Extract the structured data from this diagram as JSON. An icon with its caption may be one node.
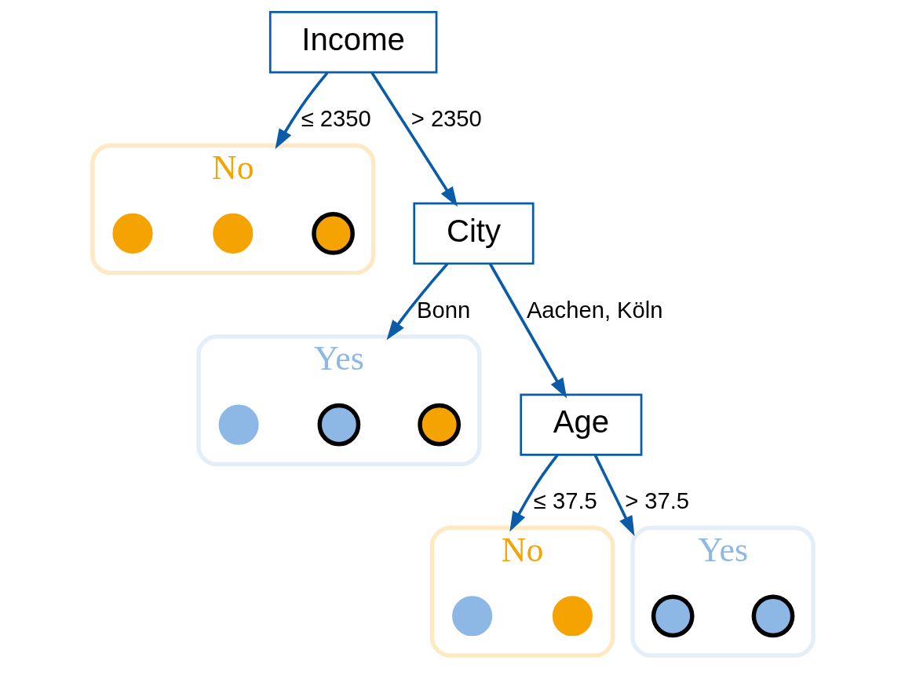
{
  "diagram": {
    "nodes": [
      {
        "text": [
          "Income"
        ]
      },
      {
        "text": [
          "No"
        ]
      },
      {
        "text": [],
        "shape": "circle",
        "in": 1
      },
      {
        "text": [],
        "shape": "circle",
        "in": 1
      },
      {
        "text": [],
        "shape": "circle",
        "in": 1
      },
      {
        "text": [
          "City"
        ]
      },
      {
        "text": [
          "Yes"
        ]
      },
      {
        "text": [],
        "shape": "circle",
        "in": 6
      },
      {
        "text": [],
        "shape": "circle",
        "in": 6
      },
      {
        "text": [],
        "shape": "circle",
        "in": 6
      },
      {
        "text": [
          "Age"
        ]
      },
      {
        "text": [
          "No"
        ]
      },
      {
        "text": [],
        "shape": "circle",
        "in": 11
      },
      {
        "text": [],
        "shape": "circle",
        "in": 11
      },
      {
        "text": [
          "Yes"
        ]
      },
      {
        "text": [],
        "shape": "circle",
        "in": 14
      },
      {
        "text": [],
        "shape": "circle",
        "in": 14
      }
    ],
    "edges": [
      {
        "from": 0,
        "to": 1,
        "arrow": "to",
        "label": "≤ 2350"
      },
      {
        "from": 0,
        "to": 5,
        "arrow": "to",
        "label": "> 2350"
      },
      {
        "from": 5,
        "to": 10,
        "arrow": "to",
        "label": "Aachen, Köln"
      },
      {
        "from": 5,
        "to": 6,
        "arrow": "to",
        "label": "Bonn"
      },
      {
        "from": 10,
        "to": 11,
        "arrow": "to",
        "label": "≤ 37.5"
      },
      {
        "from": 10,
        "to": 14,
        "arrow": "to",
        "label": "> 37.5"
      }
    ]
  }
}
